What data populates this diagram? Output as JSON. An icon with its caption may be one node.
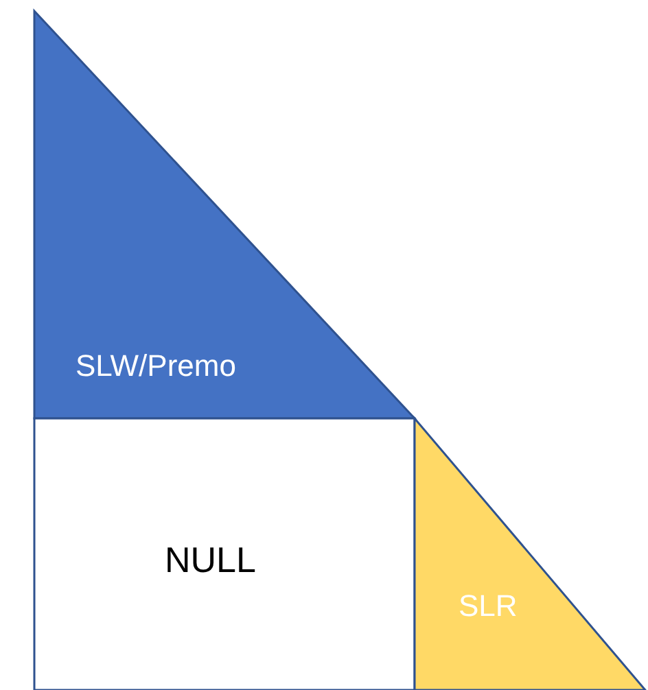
{
  "diagram": {
    "nodes": [
      {
        "text": [
          "SLW/Premo"
        ]
      },
      {
        "text": [
          "NULL"
        ]
      },
      {
        "text": [
          "SLR"
        ]
      }
    ]
  }
}
